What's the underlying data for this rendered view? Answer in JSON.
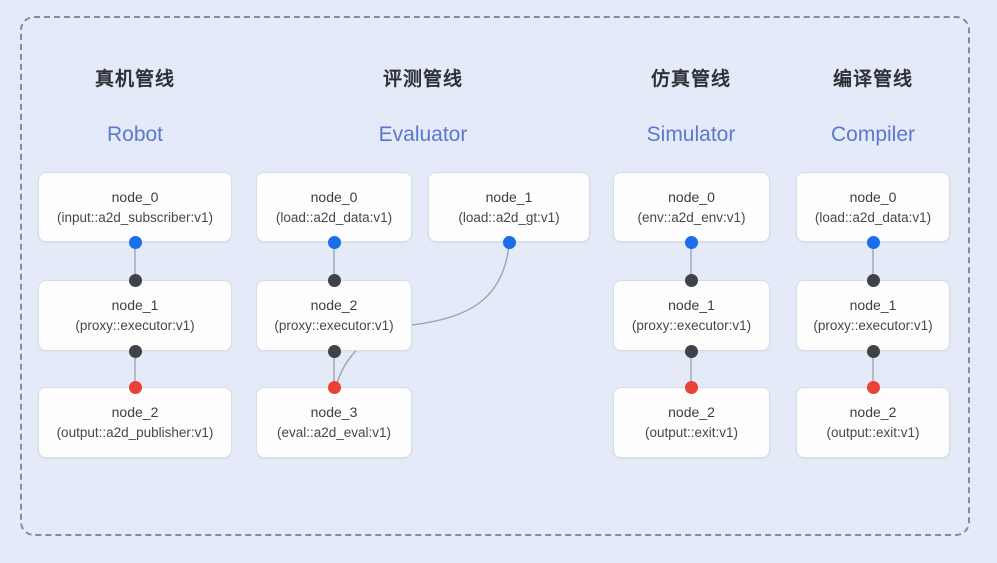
{
  "diagram": {
    "pipelines": [
      {
        "title_zh": "真机管线",
        "title_en": "Robot",
        "nodes": [
          {
            "name": "node_0",
            "type": "(input::a2d_subscriber:v1)"
          },
          {
            "name": "node_1",
            "type": "(proxy::executor:v1)"
          },
          {
            "name": "node_2",
            "type": "(output::a2d_publisher:v1)"
          }
        ]
      },
      {
        "title_zh": "评测管线",
        "title_en": "Evaluator",
        "nodes": [
          {
            "name": "node_0",
            "type": "(load::a2d_data:v1)"
          },
          {
            "name": "node_1",
            "type": "(load::a2d_gt:v1)"
          },
          {
            "name": "node_2",
            "type": "(proxy::executor:v1)"
          },
          {
            "name": "node_3",
            "type": "(eval::a2d_eval:v1)"
          }
        ]
      },
      {
        "title_zh": "仿真管线",
        "title_en": "Simulator",
        "nodes": [
          {
            "name": "node_0",
            "type": "(env::a2d_env:v1)"
          },
          {
            "name": "node_1",
            "type": "(proxy::executor:v1)"
          },
          {
            "name": "node_2",
            "type": "(output::exit:v1)"
          }
        ]
      },
      {
        "title_zh": "编译管线",
        "title_en": "Compiler",
        "nodes": [
          {
            "name": "node_0",
            "type": "(load::a2d_data:v1)"
          },
          {
            "name": "node_1",
            "type": "(proxy::executor:v1)"
          },
          {
            "name": "node_2",
            "type": "(output::exit:v1)"
          }
        ]
      }
    ],
    "colors": {
      "background": "#e4eaf7",
      "dashed_border": "#858b97",
      "box_fill": "#fdfdfe",
      "box_border": "#d8dce4",
      "connector": "#98a0ab",
      "title_zh": "#2e3238",
      "title_en": "#5a78cf",
      "input_dot": "#1a6fe8",
      "mid_dot": "#3f4348",
      "output_dot": "#ea4335"
    }
  }
}
